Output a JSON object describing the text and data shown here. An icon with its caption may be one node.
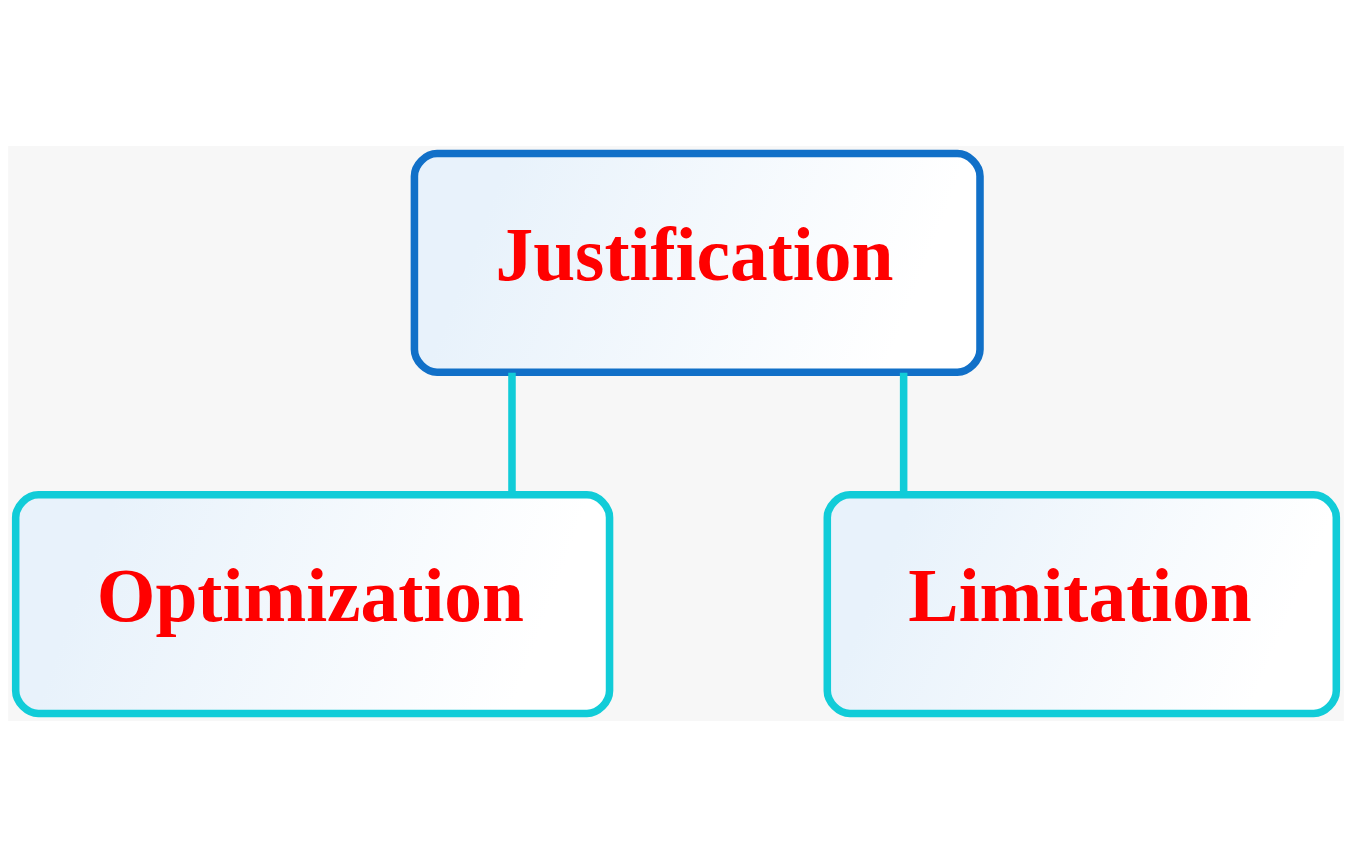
{
  "diagram": {
    "nodes": [
      {
        "text": [
          "Justification"
        ]
      },
      {
        "text": [
          "Optimization"
        ]
      },
      {
        "text": [
          "Limitation"
        ]
      }
    ],
    "edges": [
      {
        "from": 0,
        "to": 1,
        "arrow": "none"
      },
      {
        "from": 0,
        "to": 2,
        "arrow": "none"
      }
    ]
  }
}
